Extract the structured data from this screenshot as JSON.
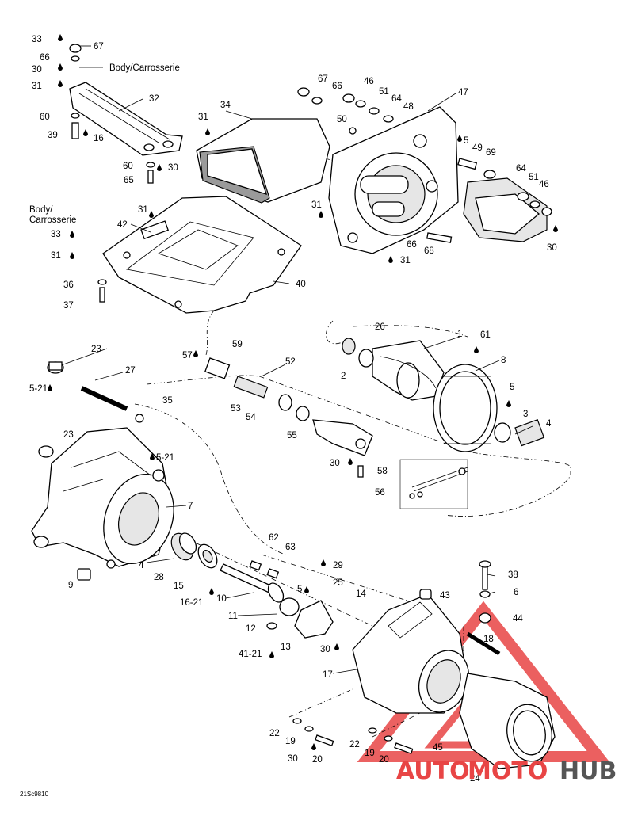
{
  "diagram": {
    "callouts": [
      "1",
      "2",
      "3",
      "4",
      "5",
      "5-21",
      "6",
      "7",
      "8",
      "9",
      "10",
      "11",
      "12",
      "13",
      "14",
      "15",
      "16",
      "16-21",
      "17",
      "18",
      "19",
      "20",
      "22",
      "23",
      "24",
      "25",
      "26",
      "27",
      "28",
      "29",
      "30",
      "31",
      "32",
      "33",
      "34",
      "35",
      "36",
      "37",
      "38",
      "39",
      "40",
      "41-21",
      "42",
      "43",
      "44",
      "45",
      "46",
      "47",
      "48",
      "49",
      "50",
      "51",
      "52",
      "53",
      "54",
      "55",
      "56",
      "57",
      "58",
      "59",
      "60",
      "61",
      "62",
      "63",
      "64",
      "65",
      "66",
      "67",
      "68",
      "69"
    ],
    "body_label_top": "Body/Carrosserie",
    "body_label_left_1": "Body/",
    "body_label_left_2": "Carrosserie",
    "figure_code": "21Sc9810"
  },
  "watermark": {
    "part1": "AUTO",
    "part2": "MOTO",
    "part3": "HUB",
    "color_red": "#e84545",
    "color_gray": "#555555"
  }
}
